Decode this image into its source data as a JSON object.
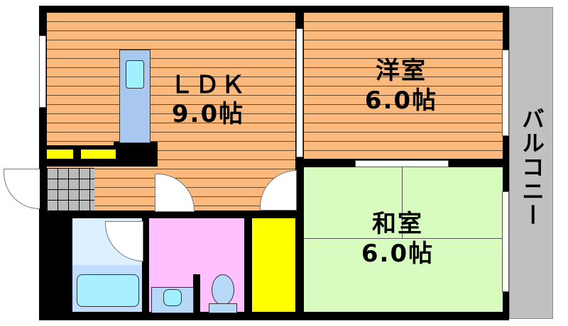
{
  "rooms": {
    "ldk": {
      "name": "ＬＤＫ",
      "size": "9.0帖"
    },
    "western": {
      "name": "洋室",
      "size": "6.0帖"
    },
    "japanese": {
      "name": "和室",
      "size": "6.0帖"
    },
    "balcony": {
      "name": "バルコニー"
    }
  },
  "colors": {
    "wood": "#fbb97e",
    "tatami": "#d8fcc0",
    "balcony": "#c0c0c0",
    "bath": "#c0dcff",
    "toilet": "#ffc0ff",
    "closet": "#ffff00"
  }
}
